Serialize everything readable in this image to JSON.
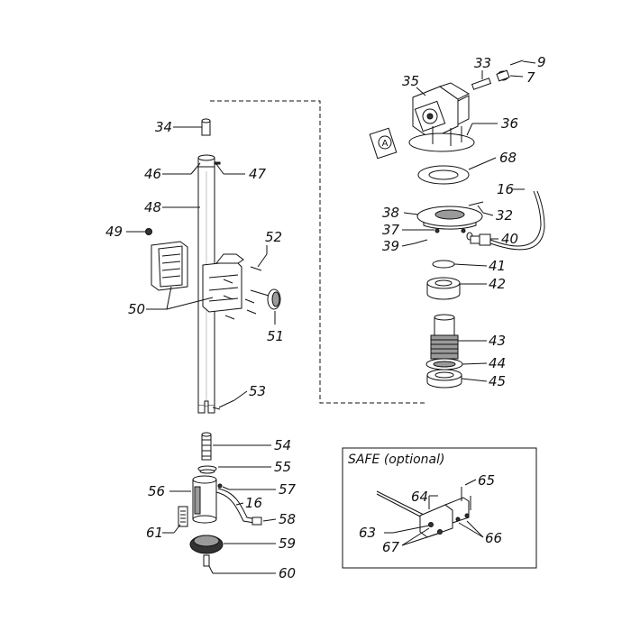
{
  "callouts": {
    "p33": "33",
    "p9": "9",
    "p7": "7",
    "p35": "35",
    "p36": "36",
    "p34": "34",
    "p46": "46",
    "p47": "47",
    "p68": "68",
    "p16a": "16",
    "p48": "48",
    "p38": "38",
    "p32": "32",
    "p37": "37",
    "p40": "40",
    "p49": "49",
    "p39": "39",
    "p52": "52",
    "p41": "41",
    "p42": "42",
    "p50": "50",
    "p51": "51",
    "p43": "43",
    "p44": "44",
    "p45": "45",
    "p53": "53",
    "p54": "54",
    "p55": "55",
    "p56": "56",
    "p57": "57",
    "p16b": "16",
    "p58": "58",
    "p61": "61",
    "p59": "59",
    "p60": "60",
    "p64": "64",
    "p65": "65",
    "p63": "63",
    "p67": "67",
    "p66": "66"
  },
  "marker_letter": "A",
  "safe_box_title": "SAFE  (optional)"
}
